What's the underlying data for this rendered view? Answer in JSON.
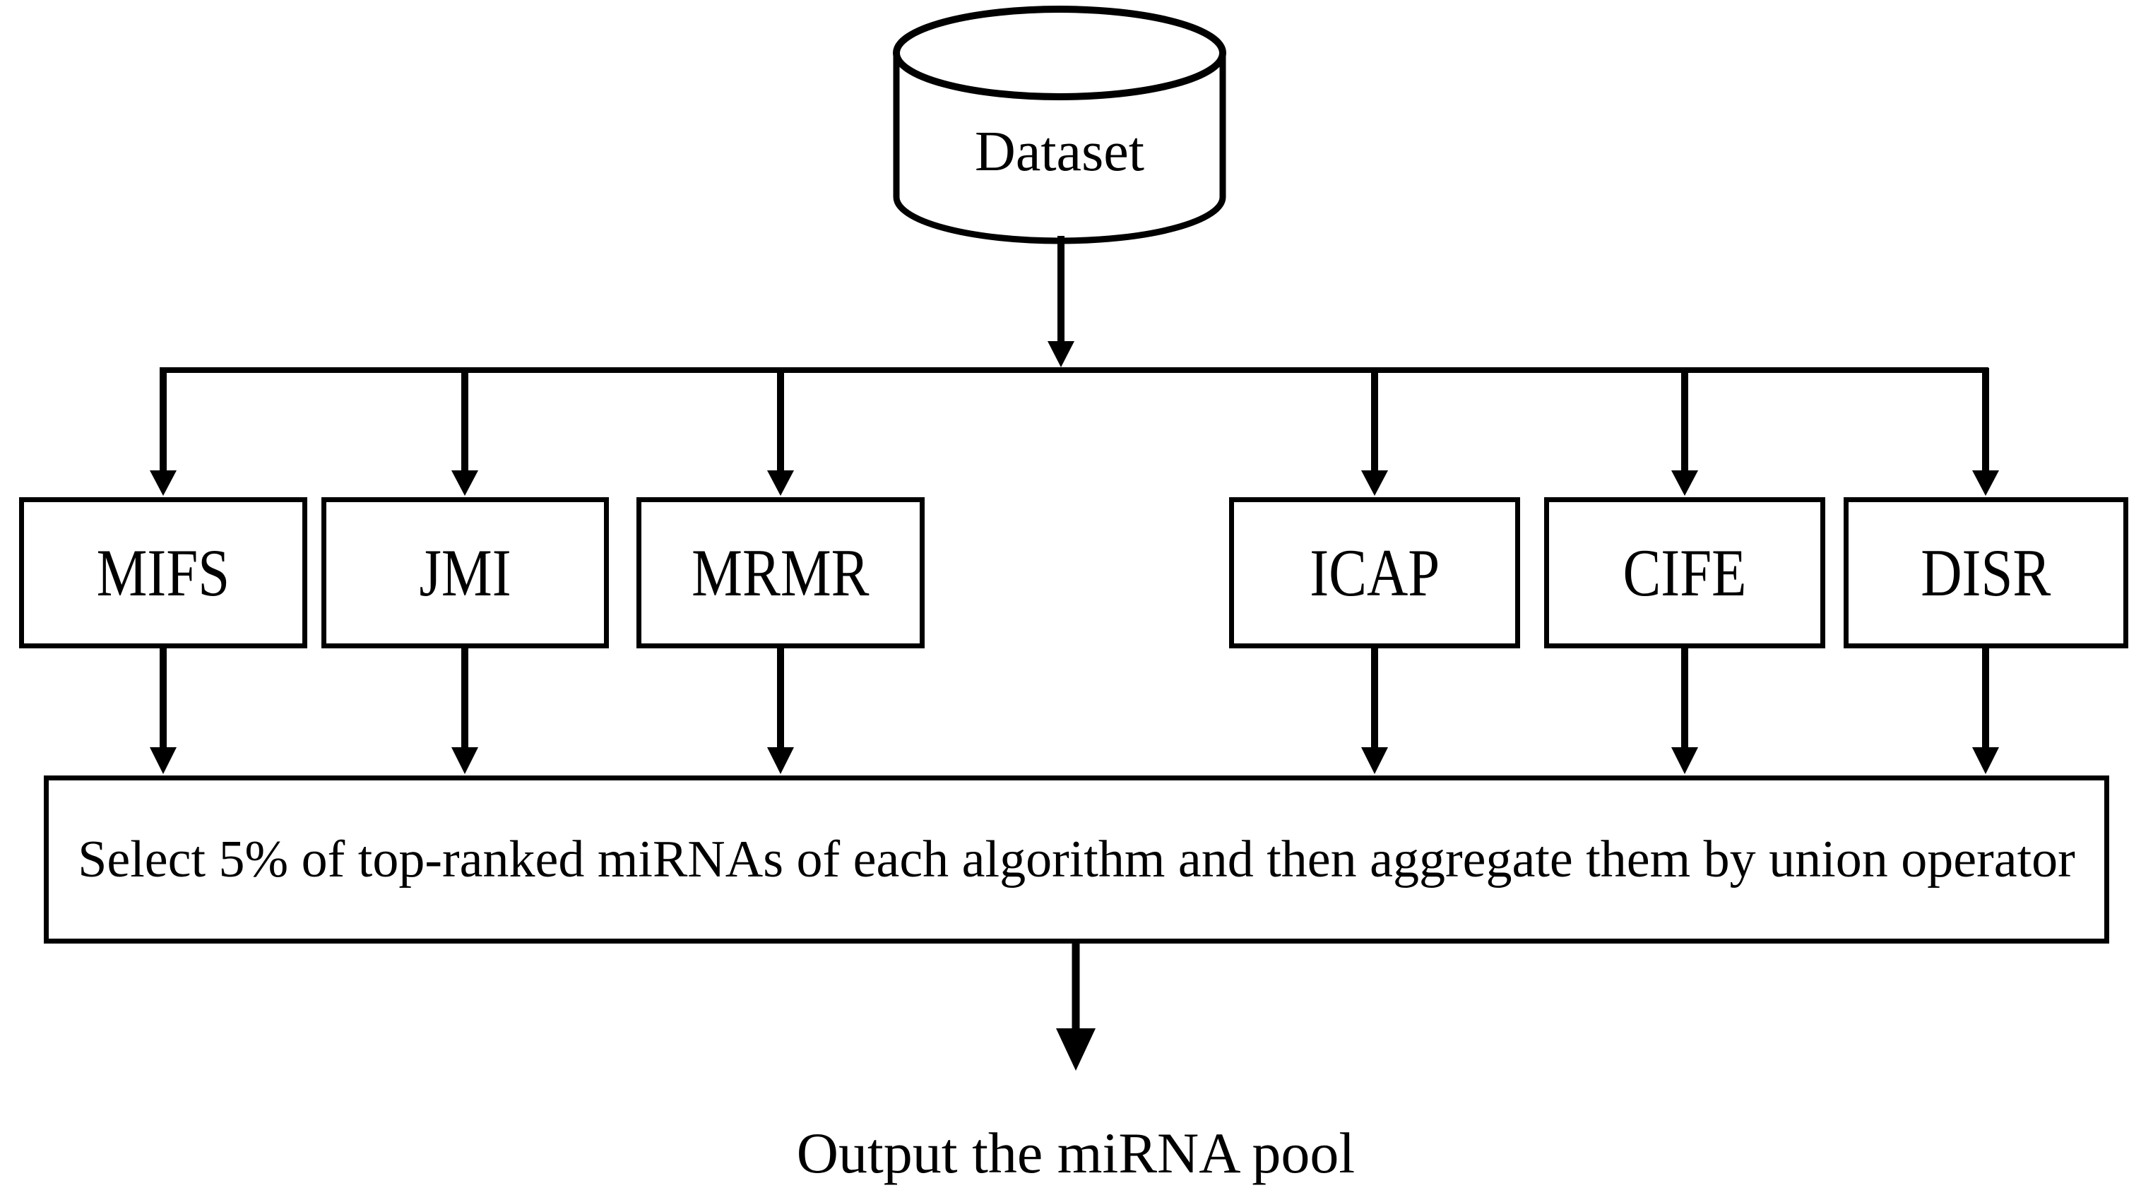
{
  "figure": {
    "dataset": {
      "label": "Dataset"
    },
    "algorithms": [
      {
        "label": "MIFS"
      },
      {
        "label": "JMI"
      },
      {
        "label": "MRMR"
      },
      {
        "label": "ICAP"
      },
      {
        "label": "CIFE"
      },
      {
        "label": "DISR"
      }
    ],
    "aggregation": {
      "label": "Select 5% of top-ranked miRNAs of each algorithm and then aggregate them by union operator"
    },
    "output": {
      "label": "Output the miRNA pool"
    },
    "colors": {
      "stroke": "#000000",
      "fill": "#ffffff"
    }
  }
}
